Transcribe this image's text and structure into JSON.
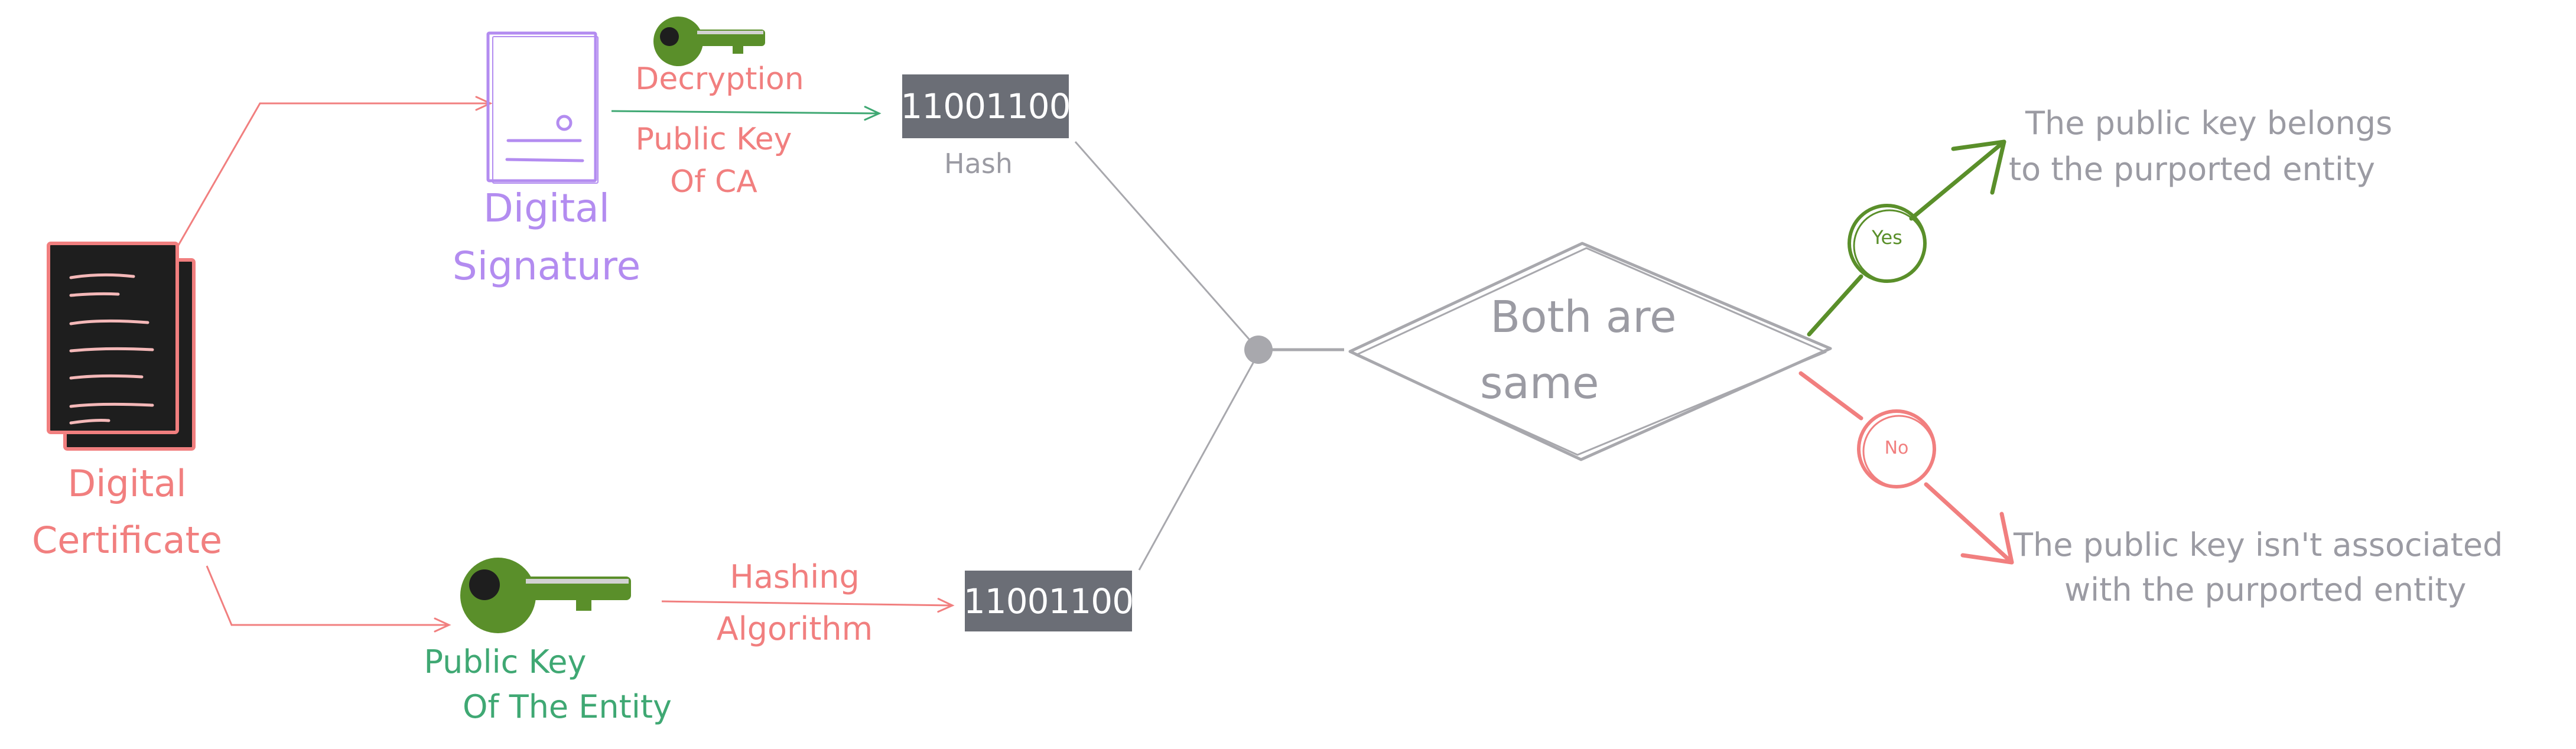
{
  "nodes": {
    "certificate": {
      "label_line1": "Digital",
      "label_line2": "Certificate"
    },
    "signature": {
      "label_line1": "Digital",
      "label_line2": "Signature"
    },
    "decryption_label": "Decryption",
    "ca_key_line1": "Public Key",
    "ca_key_line2": "Of CA",
    "hash_top": {
      "value": "11001100",
      "caption": "Hash"
    },
    "entity_key_line1": "Public Key",
    "entity_key_line2": "Of The Entity",
    "hashing_line1": "Hashing",
    "hashing_line2": "Algorithm",
    "hash_bottom": {
      "value": "11001100"
    },
    "decision": {
      "line1": "Both are",
      "line2": "same"
    },
    "yes_label": "Yes",
    "no_label": "No",
    "outcome_yes_line1": "The public key belongs",
    "outcome_yes_line2": "to the purported entity",
    "outcome_no_line1": "The public key isn't associated",
    "outcome_no_line2": "with the purported entity"
  },
  "colors": {
    "red": "#f17f7f",
    "purple": "#b38cf0",
    "green_text": "#3fa873",
    "green_key": "#5a8f2a",
    "gray": "#9b9ba3",
    "hash_box": "#6b6e76",
    "certificate_fill": "#1e1e1e"
  },
  "icons": {
    "certificate": "document-stack-icon",
    "signature": "signed-document-icon",
    "ca_key": "key-icon",
    "entity_key": "key-icon"
  }
}
